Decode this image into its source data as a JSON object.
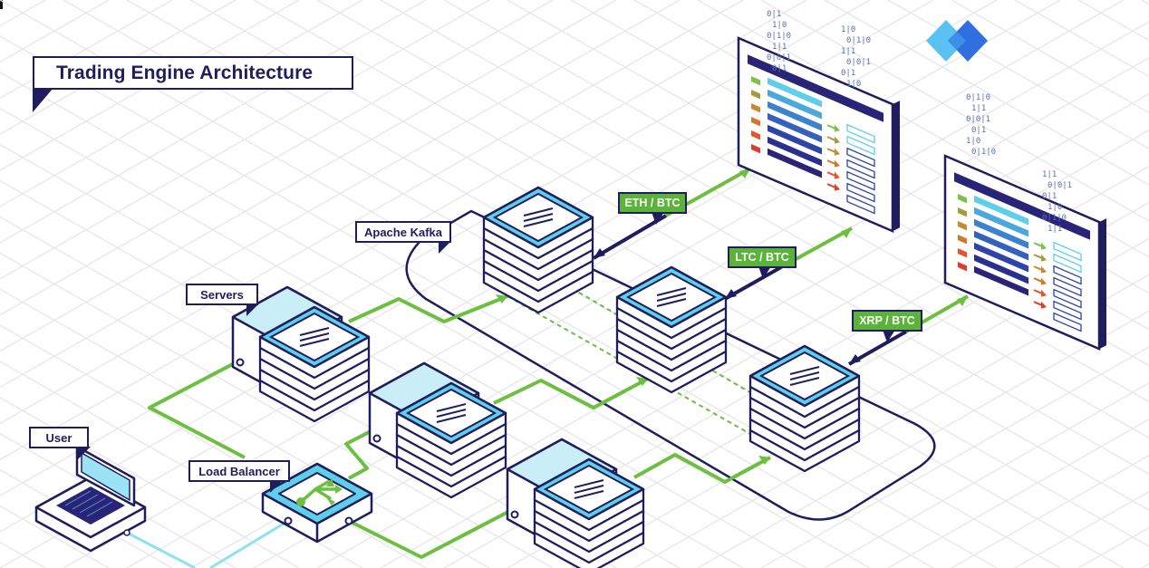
{
  "title": "Trading Engine Architecture",
  "labels": {
    "user": "User",
    "load_balancer": "Load Balancer",
    "servers": "Servers",
    "kafka": "Apache Kafka"
  },
  "pairs": [
    "ETH / BTC",
    "LTC / BTC",
    "XRP / BTC"
  ],
  "colors": {
    "navy": "#1f1d5e",
    "cyan": "#5ecfe8",
    "light_cyan": "#c9eef8",
    "green": "#6cbf3f",
    "grid": "#e9e9ee",
    "logo_light": "#59c2f2",
    "logo_dark": "#2f6fe0"
  },
  "icons": [
    "laptop-icon",
    "load-balancer-icon",
    "server-stack-icon",
    "trading-monitor-icon",
    "brand-logo-icon"
  ],
  "monitor": {
    "bar_colors": [
      "#7bc14a",
      "#a39b3c",
      "#c98a2e",
      "#d9742b",
      "#e8532a",
      "#e23b2b"
    ],
    "stripe_colors": [
      "#5ecfe8",
      "#4aa8dd",
      "#3d82cf",
      "#3561bd",
      "#2f44a8",
      "#2b2f8e",
      "#2a2478"
    ]
  },
  "binary_text": [
    "0|1",
    "1|0",
    "0|1|0",
    "1|1",
    "0|0|1"
  ]
}
